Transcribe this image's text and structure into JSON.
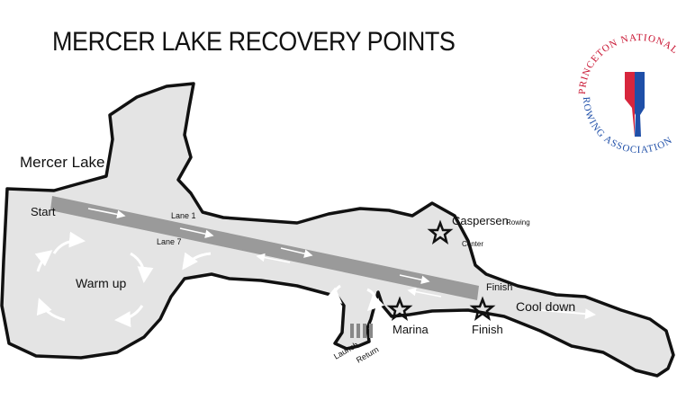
{
  "title": "MERCER LAKE RECOVERY POINTS",
  "logo": {
    "text_top": "PRINCETON NATIONAL",
    "text_bottom": "ROWING ASSOCIATION",
    "colors": {
      "red": "#d7263d",
      "blue": "#1f4fa8",
      "text": "#c8102e"
    }
  },
  "labels": {
    "lake": "Mercer Lake",
    "start": "Start",
    "lane1": "Lane 1",
    "lane7": "Lane 7",
    "warmup": "Warm up",
    "caspersen": "Caspersen",
    "rowing": "Rowing",
    "center": "Center",
    "finish_lane": "Finish",
    "cooldown": "Cool down",
    "marina": "Marina",
    "finish_point": "Finish",
    "launch": "Launch",
    "return": "Return"
  },
  "colors": {
    "lake_fill": "#e4e4e4",
    "course": "#9a9a9a",
    "outline": "#111111"
  }
}
